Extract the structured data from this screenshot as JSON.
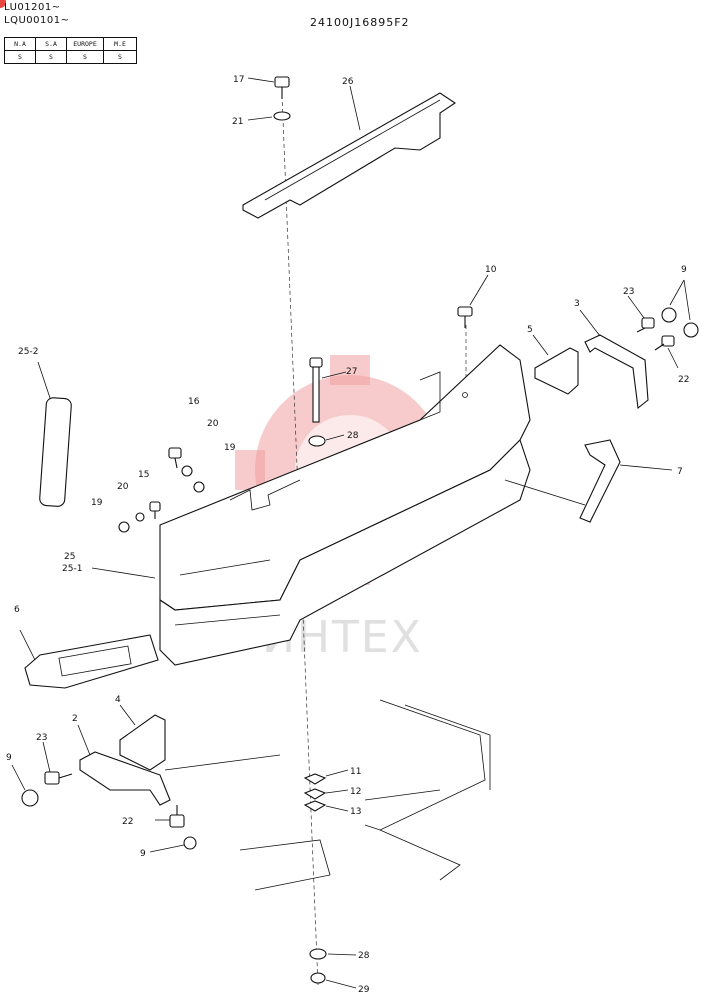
{
  "header": {
    "serial_1": "LU01201~",
    "serial_2": "LQU00101~",
    "part_code": "24100J16895F2"
  },
  "markets": {
    "headers": [
      "N.A",
      "S.A",
      "EUROPE",
      "M.E"
    ],
    "values": [
      "S",
      "S",
      "S",
      "S"
    ]
  },
  "watermark": "ИНТЕХ",
  "callouts": {
    "c17": "17",
    "c21": "21",
    "c26": "26",
    "c10": "10",
    "c9a": "9",
    "c23a": "23",
    "c3": "3",
    "c5": "5",
    "c22a": "22",
    "c25_2": "25-2",
    "c27": "27",
    "c28a": "28",
    "c16": "16",
    "c20a": "20",
    "c19a": "19",
    "c15": "15",
    "c20b": "20",
    "c19b": "19",
    "c7": "7",
    "c25": "25",
    "c25_1": "25-1",
    "c6": "6",
    "c4": "4",
    "c2": "2",
    "c23b": "23",
    "c9b": "9",
    "c22b": "22",
    "c9c": "9",
    "c11": "11",
    "c12": "12",
    "c13": "13",
    "c28b": "28",
    "c29": "29"
  }
}
